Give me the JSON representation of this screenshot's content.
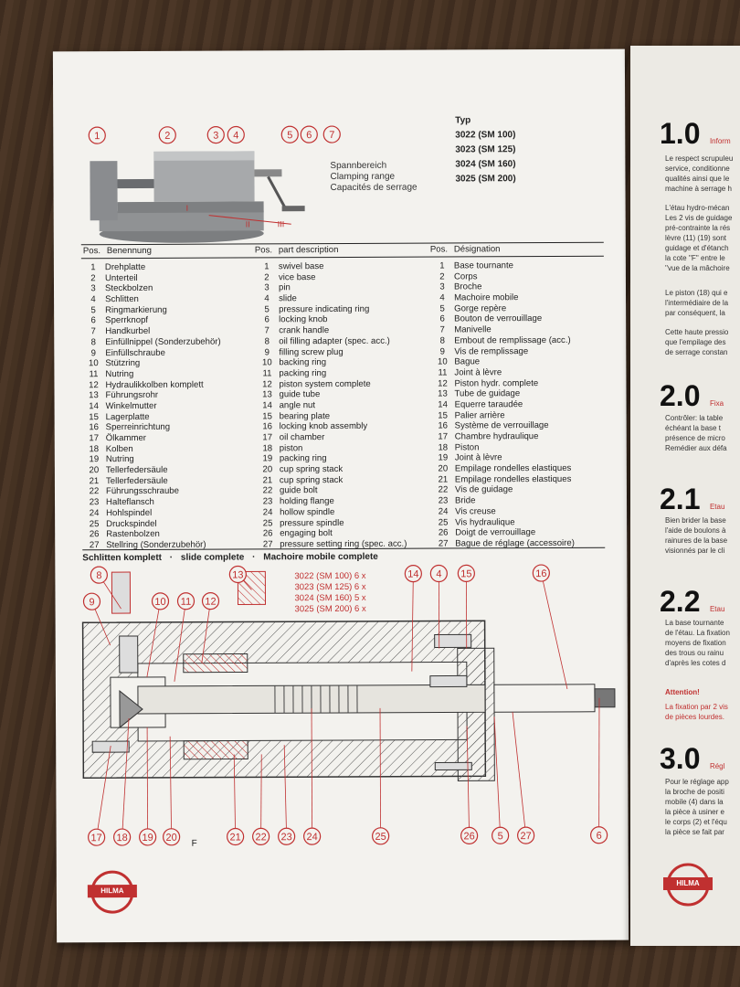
{
  "typ": {
    "label": "Typ",
    "models": [
      "3022 (SM 100)",
      "3023 (SM 125)",
      "3024 (SM 160)",
      "3025 (SM 200)"
    ]
  },
  "clamping": {
    "de": "Spannbereich",
    "en": "Clamping range",
    "fr": "Capacités de serrage"
  },
  "top_callouts": [
    "1",
    "2",
    "3",
    "4",
    "5",
    "6",
    "7"
  ],
  "roman": [
    "I",
    "II",
    "III"
  ],
  "table": {
    "headers": {
      "de_pos": "Pos.",
      "de": "Benennung",
      "en_pos": "Pos.",
      "en": "part description",
      "fr_pos": "Pos.",
      "fr": "Désignation"
    },
    "de": [
      "Drehplatte",
      "Unterteil",
      "Steckbolzen",
      "Schlitten",
      "Ringmarkierung",
      "Sperrknopf",
      "Handkurbel",
      "Einfüllnippel (Sonderzubehör)",
      "Einfüllschraube",
      "Stützring",
      "Nutring",
      "Hydraulikkolben komplett",
      "Führungsrohr",
      "Winkelmutter",
      "Lagerplatte",
      "Sperreinrichtung",
      "Ölkammer",
      "Kolben",
      "Nutring",
      "Tellerfedersäule",
      "Tellerfedersäule",
      "Führungsschraube",
      "Halteflansch",
      "Hohlspindel",
      "Druckspindel",
      "Rastenbolzen",
      "Stellring (Sonderzubehör)"
    ],
    "en": [
      "swivel base",
      "vice base",
      "pin",
      "slide",
      "pressure indicating ring",
      "locking knob",
      "crank handle",
      "oil filling adapter (spec. acc.)",
      "filling screw plug",
      "backing ring",
      "packing ring",
      "piston system complete",
      "guide tube",
      "angle nut",
      "bearing plate",
      "locking knob assembly",
      "oil chamber",
      "piston",
      "packing ring",
      "cup spring stack",
      "cup spring stack",
      "guide bolt",
      "holding flange",
      "hollow spindle",
      "pressure spindle",
      "engaging bolt",
      "pressure setting ring (spec. acc.)"
    ],
    "fr": [
      "Base tournante",
      "Corps",
      "Broche",
      "Machoire mobile",
      "Gorge repère",
      "Bouton de verrouillage",
      "Manivelle",
      "Embout de remplissage (acc.)",
      "Vis de remplissage",
      "Bague",
      "Joint à lèvre",
      "Piston hydr. complete",
      "Tube de guidage",
      "Equerre taraudée",
      "Palier arrière",
      "Système de verrouillage",
      "Chambre hydraulique",
      "Piston",
      "Joint à lèvre",
      "Empilage rondelles elastiques",
      "Empilage rondelles elastiques",
      "Vis de guidage",
      "Bride",
      "Vis creuse",
      "Vis hydraulique",
      "Doigt de verrouillage",
      "Bague de réglage (accessoire)"
    ]
  },
  "slide_title": {
    "de": "Schlitten komplett",
    "sep": "·",
    "en": "slide complete",
    "fr": "Machoire mobile complete"
  },
  "section_callouts": [
    "8",
    "9",
    "10",
    "11",
    "12",
    "13",
    "14",
    "4",
    "15",
    "16",
    "17",
    "18",
    "19",
    "20",
    "21",
    "22",
    "23",
    "24",
    "25",
    "26",
    "5",
    "27",
    "6"
  ],
  "dim_letter": "F",
  "spring_counts": [
    "3022 (SM 100) 6 x",
    "3023 (SM 125) 6 x",
    "3024 (SM 160) 5 x",
    "3025 (SM 200) 6 x"
  ],
  "logo": "HILMA",
  "page2": {
    "s1": {
      "num": "1.0",
      "title": "Inform",
      "lines": [
        "Le respect scrupuleu",
        "service, conditionne",
        "qualités ainsi que le",
        "machine à serrage h"
      ],
      "lines2": [
        "L'étau hydro-mécan",
        "Les 2 vis de guidage",
        "pré-contrainte la rés",
        "lèvre (11) (19) sont",
        "guidage et d'étanch",
        "la cote ''F'' entre le",
        "''vue de la mâchoire"
      ],
      "lines3": [
        "Le piston (18) qui e",
        "l'intermédiaire de la",
        "par conséquent, la"
      ],
      "lines4": [
        "Cette haute pressio",
        "que l'empilage des",
        "de serrage constan"
      ]
    },
    "s2": {
      "num": "2.0",
      "title": "Fixa",
      "lines": [
        "Contrôler: la table",
        "échéant la base t",
        "présence de micro",
        "Remédier aux défa"
      ]
    },
    "s21": {
      "num": "2.1",
      "title": "Etau",
      "lines": [
        "Bien brider la base",
        "l'aide de boulons à",
        "rainures de la base",
        "visionnés par le cli"
      ]
    },
    "s22": {
      "num": "2.2",
      "title": "Etau",
      "lines": [
        "La base tournante",
        "de l'étau. La fixation",
        "moyens de fixation",
        "des trous ou rainu",
        "d'après les cotes d"
      ]
    },
    "attention": {
      "title": "Attention!",
      "lines": [
        "La fixation par 2 vis",
        "de pièces lourdes."
      ]
    },
    "s3": {
      "num": "3.0",
      "title": "Régl",
      "lines": [
        "Pour le réglage app",
        "la broche de positi",
        "mobile (4) dans la",
        "la pièce à usiner e",
        "le corps (2) et l'équ",
        "la pièce se fait par"
      ]
    }
  }
}
